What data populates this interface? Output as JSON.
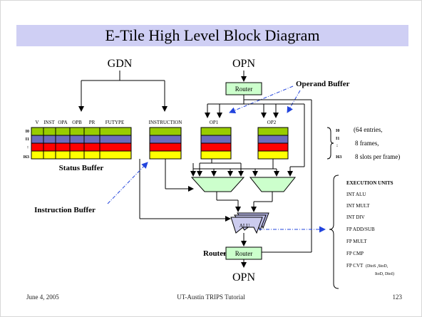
{
  "slide": {
    "title": "E-Tile High Level Block Diagram",
    "footer": {
      "date": "June 4, 2005",
      "center": "UT-Austin TRIPS Tutorial",
      "page": "123"
    }
  },
  "diagram": {
    "top_labels": {
      "gdn": "GDN",
      "opn": "OPN"
    },
    "operand_buffer_label": "Operand Buffer",
    "status_buffer": {
      "columns": [
        "V",
        "INST",
        "OPA",
        "OPB",
        "PR",
        "FUTYPE"
      ],
      "caption": "Status Buffer"
    },
    "instruction_buffer": {
      "header": "INSTRUCTION",
      "caption": "Instruction Buffer"
    },
    "operand_columns": [
      "OP1",
      "OP2"
    ],
    "row_labels": [
      "I0",
      "I1",
      ":",
      "I63"
    ],
    "row_colors": [
      "#99cc00",
      "#6b6bbd",
      "#ff0000",
      "#ffff00"
    ],
    "buffer_notes": [
      "(64 entries,",
      "8 frames,",
      "8 slots per frame)"
    ],
    "router_label": "Router",
    "alu_label": "ALU",
    "bottom_router_label": "Router",
    "bottom_opn_label": "OPN",
    "execution_units": {
      "title": "EXECUTION UNITS",
      "items": [
        "INT ALU",
        "INT MULT",
        "INT DIV",
        "FP ADD/SUB",
        "FP MULT",
        "FP CMP"
      ],
      "fp_cvt": {
        "label": "FP CVT",
        "detail_line1": "(DtoS ,StoD,",
        "detail_line2": "ItoD, DtoI)"
      }
    }
  }
}
